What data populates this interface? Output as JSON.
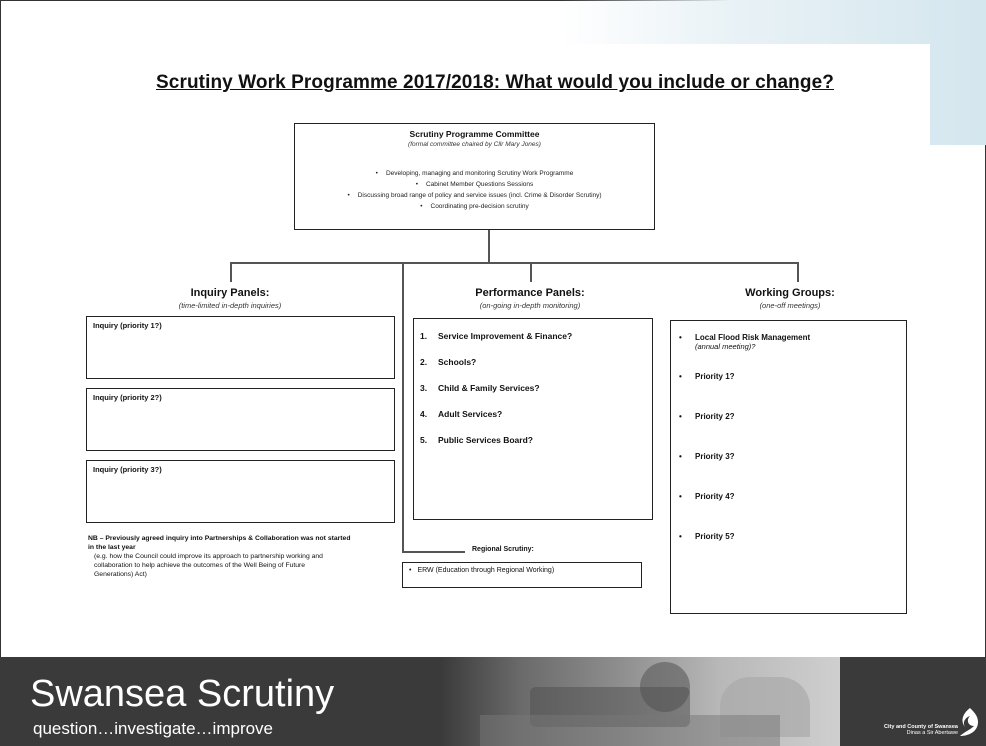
{
  "title": "Scrutiny Work Programme 2017/2018: What would you include or change?",
  "committee": {
    "heading": "Scrutiny Programme Committee",
    "subheading": "(formal committee chaired by Cllr Mary Jones)",
    "bullets": [
      "Developing, managing and monitoring Scrutiny Work Programme",
      "Cabinet Member Questions Sessions",
      "Discussing broad range of policy and service issues (incl. Crime & Disorder Scrutiny)",
      "Coordinating pre-decision scrutiny"
    ]
  },
  "inquiry_panels": {
    "heading": "Inquiry Panels:",
    "subheading": "(time-limited in-depth inquiries)",
    "boxes": [
      "Inquiry (priority 1?)",
      "Inquiry (priority 2?)",
      "Inquiry (priority 3?)"
    ],
    "note_bold": "NB – Previously agreed inquiry into Partnerships & Collaboration was not started in the last year",
    "note_text": "(e.g. how the Council could improve its approach to partnership working and collaboration to help achieve the outcomes of the Well Being of Future Generations) Act)"
  },
  "performance_panels": {
    "heading": "Performance Panels:",
    "subheading": "(on-going in-depth monitoring)",
    "items": [
      {
        "num": "1.",
        "label": "Service Improvement & Finance?"
      },
      {
        "num": "2.",
        "label": "Schools?"
      },
      {
        "num": "3.",
        "label": "Child & Family Services?"
      },
      {
        "num": "4.",
        "label": "Adult Services?"
      },
      {
        "num": "5.",
        "label": "Public Services Board?"
      }
    ]
  },
  "regional": {
    "heading": "Regional Scrutiny:",
    "item": "ERW (Education through Regional Working)"
  },
  "working_groups": {
    "heading": "Working Groups:",
    "subheading": "(one-off meetings)",
    "first_item": "Local Flood Risk Management",
    "first_item_sub": "(annual meeting)?",
    "items": [
      "Priority 1?",
      "Priority 2?",
      "Priority 3?",
      "Priority 4?",
      "Priority 5?"
    ]
  },
  "footer": {
    "brand": "Swansea Scrutiny",
    "tagline": "question…investigate…improve",
    "council_en": "City and County of Swansea",
    "council_cy": "Dinas a Sir Abertawe"
  },
  "colors": {
    "footer_bg": "#3a3a3a",
    "accent_bg": "#d4e6ee"
  }
}
